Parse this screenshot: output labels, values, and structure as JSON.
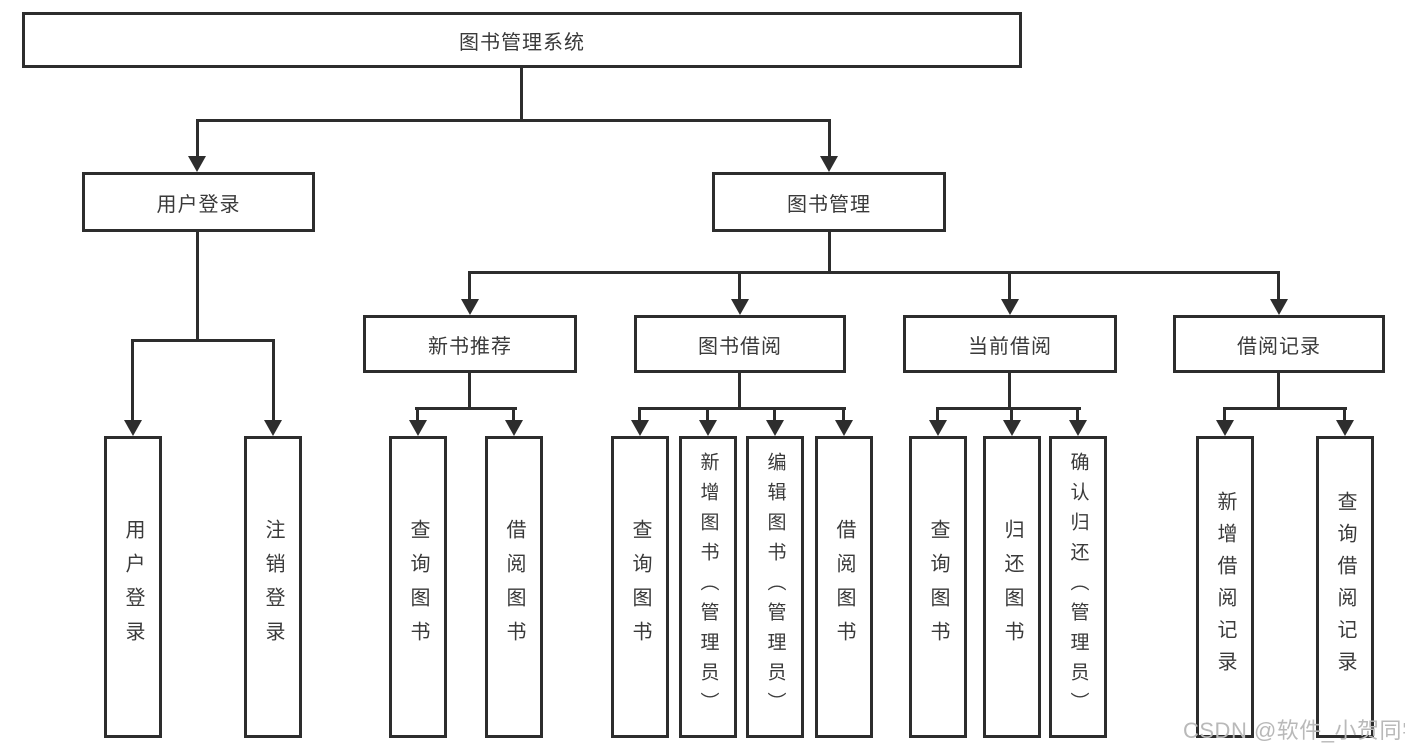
{
  "tree": {
    "root": {
      "label": "图书管理系统"
    },
    "branches": [
      {
        "label": "用户登录",
        "children": [
          {
            "label": "用户登录"
          },
          {
            "label": "注销登录"
          }
        ]
      },
      {
        "label": "图书管理",
        "children": [
          {
            "label": "新书推荐",
            "children": [
              {
                "label": "查询图书"
              },
              {
                "label": "借阅图书"
              }
            ]
          },
          {
            "label": "图书借阅",
            "children": [
              {
                "label": "查询图书"
              },
              {
                "label": "新增图书（管理员）"
              },
              {
                "label": "编辑图书（管理员）"
              },
              {
                "label": "借阅图书"
              }
            ]
          },
          {
            "label": "当前借阅",
            "children": [
              {
                "label": "查询图书"
              },
              {
                "label": "归还图书"
              },
              {
                "label": "确认归还（管理员）"
              }
            ]
          },
          {
            "label": "借阅记录",
            "children": [
              {
                "label": "新增借阅记录"
              },
              {
                "label": "查询借阅记录"
              }
            ]
          }
        ]
      }
    ]
  },
  "watermark": {
    "text": "CSDN @软件_小贺同学"
  },
  "colors": {
    "line": "#2d2d2d",
    "box_border": "#2d2d2d",
    "text": "#333333",
    "watermark": "#b9b9b9",
    "background": "#ffffff"
  }
}
